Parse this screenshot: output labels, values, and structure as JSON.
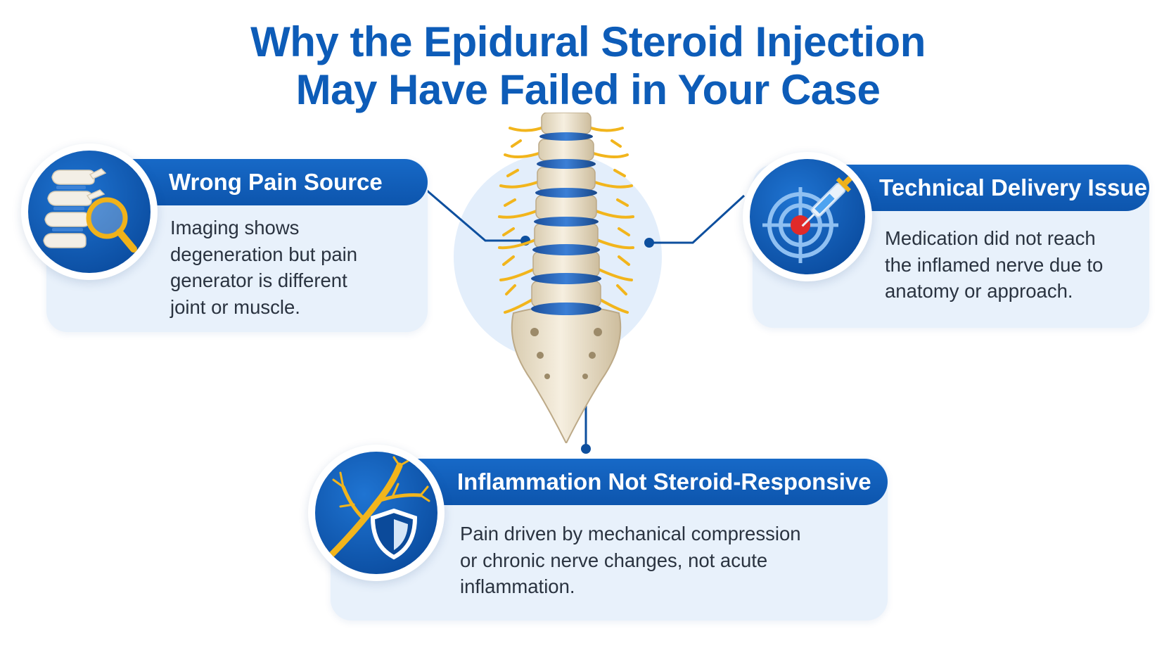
{
  "title": {
    "line1": "Why the Epidural Steroid Injection",
    "line2": "May Have Failed in Your Case"
  },
  "cards": {
    "wrong_pain_source": {
      "heading": "Wrong Pain Source",
      "lines": [
        "Imaging shows",
        "degeneration but pain",
        "generator is different",
        "joint or muscle."
      ],
      "icon": "spine-magnifier-icon"
    },
    "technical_delivery": {
      "heading": "Technical Delivery Issue",
      "lines": [
        "Medication did not reach",
        "the inflamed nerve due to",
        "anatomy or approach."
      ],
      "icon": "target-syringe-icon"
    },
    "inflammation": {
      "heading": "Inflammation Not Steroid-Responsive",
      "lines": [
        "Pain driven by mechanical compression",
        "or chronic nerve changes, not acute",
        "inflammation."
      ],
      "icon": "nerve-shield-icon"
    }
  },
  "colors": {
    "primary_blue": "#0d5cb8",
    "card_background": "#e8f1fb",
    "nerve_yellow": "#f2b51c",
    "target_red": "#e02a2a"
  }
}
